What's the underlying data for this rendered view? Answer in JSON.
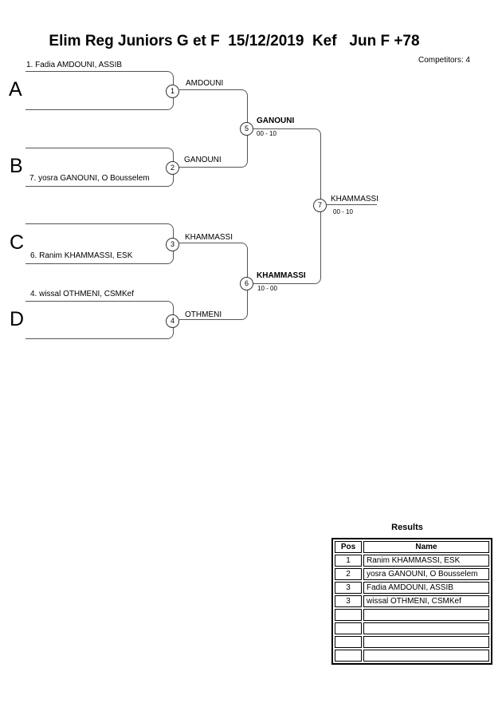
{
  "header": {
    "title": "Elim Reg Juniors G et F  15/12/2019  Kef   Jun F +78",
    "competitors_label": "Competitors: 4"
  },
  "bracket": {
    "groups": [
      {
        "letter": "A",
        "seed": "1. Fadia AMDOUNI, ASSIB",
        "match_no": "1",
        "winner": "AMDOUNI"
      },
      {
        "letter": "B",
        "seed": "7. yosra GANOUNI, O Bousselem",
        "match_no": "2",
        "winner": "GANOUNI"
      },
      {
        "letter": "C",
        "seed": "6. Ranim KHAMMASSI, ESK",
        "match_no": "3",
        "winner": "KHAMMASSI"
      },
      {
        "letter": "D",
        "seed": "4. wissal OTHMENI, CSMKef",
        "match_no": "4",
        "winner": "OTHMENI"
      }
    ],
    "semifinal_1": {
      "match_no": "5",
      "winner": "GANOUNI",
      "score": "00 - 10"
    },
    "semifinal_2": {
      "match_no": "6",
      "winner": "KHAMMASSI",
      "score": "10 - 00"
    },
    "final": {
      "match_no": "7",
      "winner": "KHAMMASSI",
      "score": "00 - 10"
    }
  },
  "results": {
    "title": "Results",
    "columns": {
      "pos": "Pos",
      "name": "Name"
    },
    "rows": [
      {
        "pos": "1",
        "name": "Ranim KHAMMASSI, ESK"
      },
      {
        "pos": "2",
        "name": "yosra GANOUNI, O Bousselem"
      },
      {
        "pos": "3",
        "name": "Fadia AMDOUNI, ASSIB"
      },
      {
        "pos": "3",
        "name": "wissal OTHMENI, CSMKef"
      },
      {
        "pos": "",
        "name": ""
      },
      {
        "pos": "",
        "name": ""
      },
      {
        "pos": "",
        "name": ""
      },
      {
        "pos": "",
        "name": ""
      }
    ]
  },
  "colors": {
    "background": "#ffffff",
    "line": "#555555",
    "circle_border": "#333333",
    "text": "#000000"
  }
}
